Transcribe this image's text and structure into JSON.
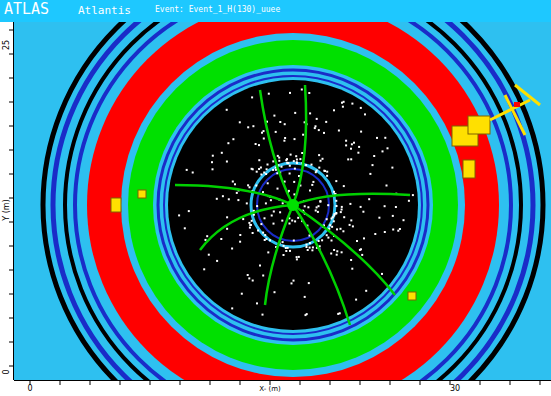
{
  "diagram": {
    "labels": [
      "ATLAS",
      "Atlantis",
      "Event: Event_1_H(130)_uuee",
      "25",
      "Y (m)",
      "0",
      "0",
      "X- (m)",
      "30"
    ]
  }
}
